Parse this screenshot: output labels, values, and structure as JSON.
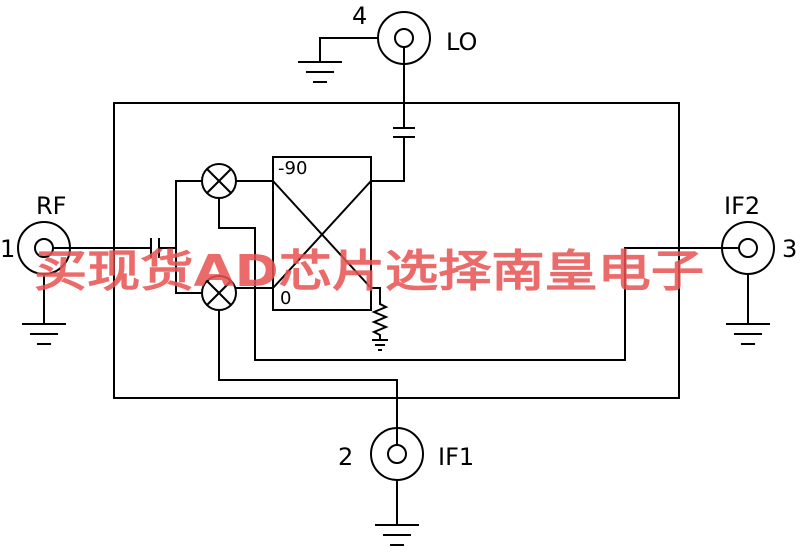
{
  "ports": {
    "lo": {
      "number": "4",
      "label": "LO"
    },
    "rf": {
      "number": "1",
      "label": "RF"
    },
    "if2": {
      "number": "3",
      "label": "IF2"
    },
    "if1": {
      "number": "2",
      "label": "IF1"
    }
  },
  "hybrid": {
    "top_label": "-90",
    "bottom_label": "0"
  },
  "watermark": "买现货AD芯片选择南皇电子",
  "colors": {
    "line": "#000000",
    "watermark": "#e85252"
  }
}
